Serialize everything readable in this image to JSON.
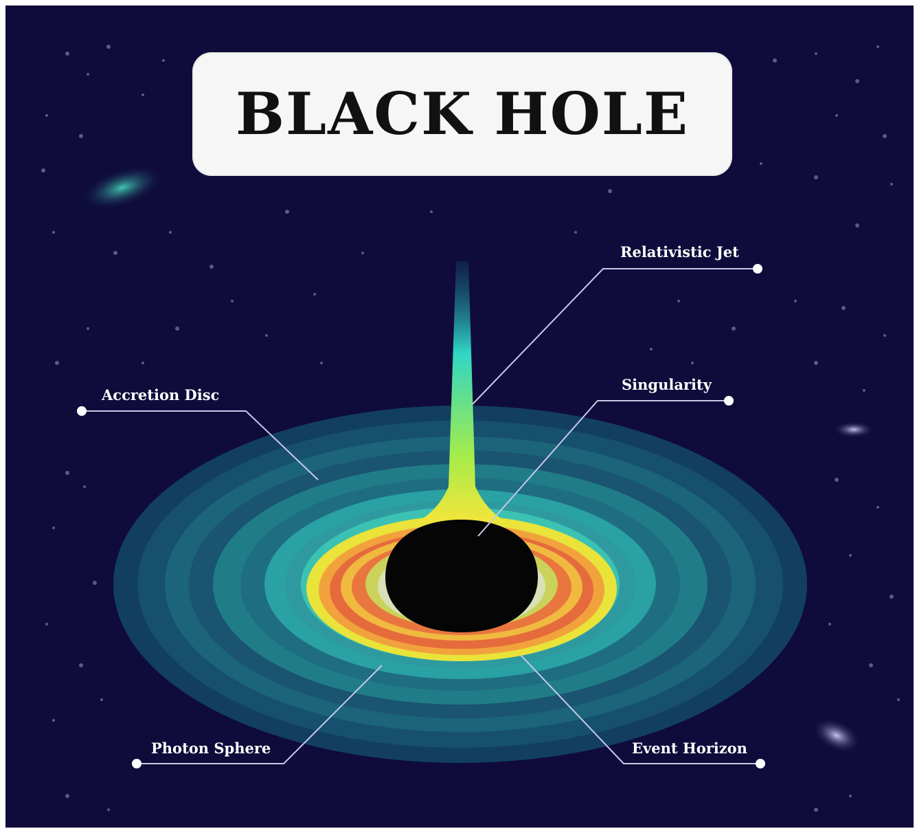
{
  "title": "BLACK HOLE",
  "labels": {
    "relativistic_jet": "Relativistic Jet",
    "singularity": "Singularity",
    "accretion_disc": "Accretion Disc",
    "photon_sphere": "Photon Sphere",
    "event_horizon": "Event Horizon"
  },
  "colors": {
    "background": "#0f0b3a",
    "disc_outer": "#1f7f8a",
    "disc_mid": "#2fb4ab",
    "disc_inner_yellow": "#f3e33a",
    "disc_inner_orange": "#e9713e",
    "core": "#050505",
    "callout_line": "#c9c9e8"
  }
}
